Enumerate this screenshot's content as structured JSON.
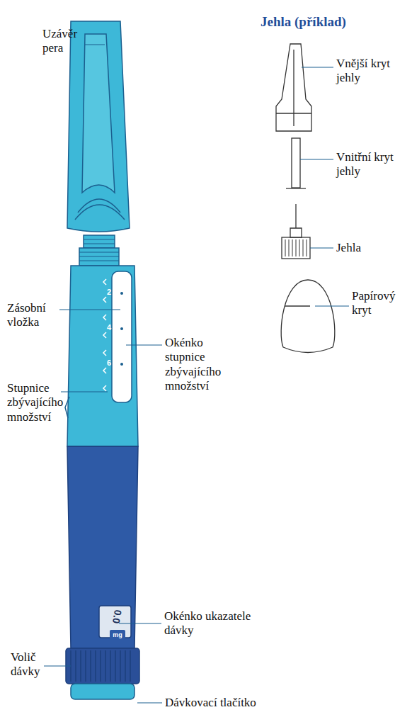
{
  "diagram": {
    "title": "Jehla (příklad)",
    "labels": [
      "Uzávěr pera",
      "Zásobní vložka",
      "Okénko stupnice zbývajícího množství",
      "Stupnice zbývajícího množství",
      "Okénko ukazatele dávky",
      "Volič dávky",
      "Dávkovací tlačítko",
      "Vnější kryt jehly",
      "Vnitřní kryt jehly",
      "Jehla",
      "Papírový kryt",
      "2",
      "4",
      "6",
      "0.0",
      "mg"
    ]
  }
}
